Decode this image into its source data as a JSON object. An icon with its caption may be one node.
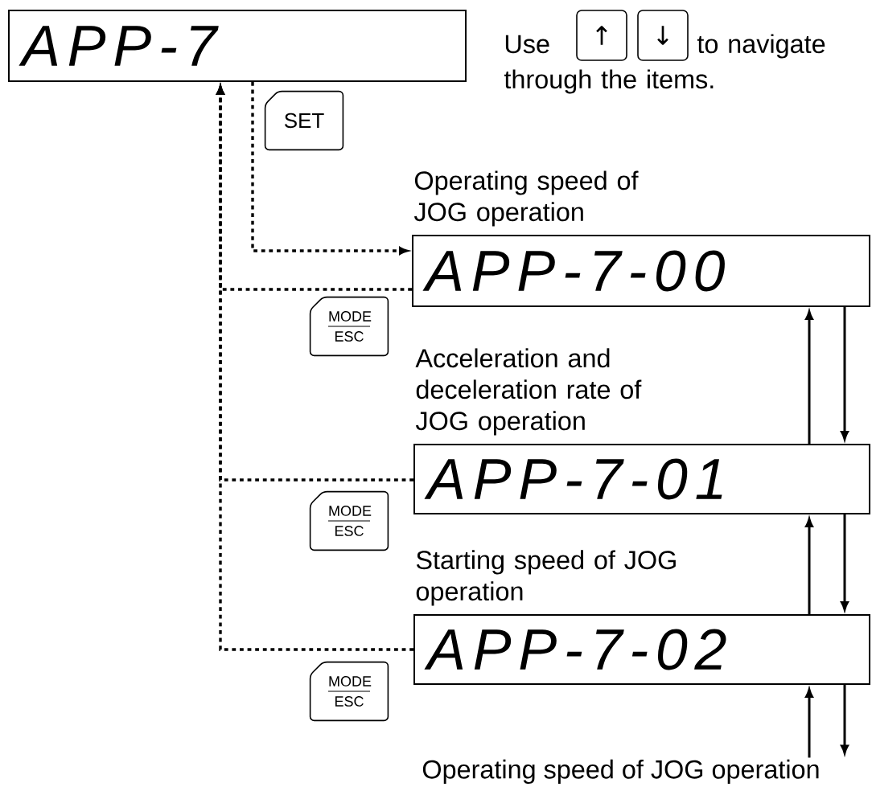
{
  "diagram": {
    "nodes": [
      {
        "text": [
          "APP-7"
        ]
      },
      {
        "text": [
          "APP-7-00"
        ],
        "beside": [
          "Operating speed of JOG operation"
        ]
      },
      {
        "text": [
          "APP-7-01"
        ],
        "beside": [
          "Acceleration and deceleration rate of JOG operation"
        ]
      },
      {
        "text": [
          "APP-7-02"
        ],
        "beside": [
          "Starting speed of JOG operation"
        ]
      },
      {
        "text": [
          "Operating speed of JOG operation"
        ]
      }
    ],
    "edges": [
      {
        "from": 0,
        "to": 1,
        "arrow": "to",
        "style": "dashed",
        "label": "SET"
      },
      {
        "from": 1,
        "to": 0,
        "arrow": "to",
        "style": "dashed",
        "label": "MODE ESC"
      },
      {
        "from": 2,
        "to": 0,
        "arrow": "to",
        "style": "dashed",
        "label": "MODE ESC"
      },
      {
        "from": 3,
        "to": 0,
        "arrow": "to",
        "style": "dashed",
        "label": "MODE ESC"
      },
      {
        "from": 2,
        "to": 1,
        "arrow": "to"
      },
      {
        "from": 1,
        "to": 2,
        "arrow": "to"
      },
      {
        "from": 3,
        "to": 2,
        "arrow": "to"
      },
      {
        "from": 2,
        "to": 3,
        "arrow": "to"
      },
      {
        "from": 4,
        "to": 3,
        "arrow": "to"
      },
      {
        "from": 3,
        "to": 4,
        "arrow": "to"
      }
    ],
    "labels": [
      "Use",
      "↑",
      "↓",
      "to navigate through the items."
    ]
  }
}
